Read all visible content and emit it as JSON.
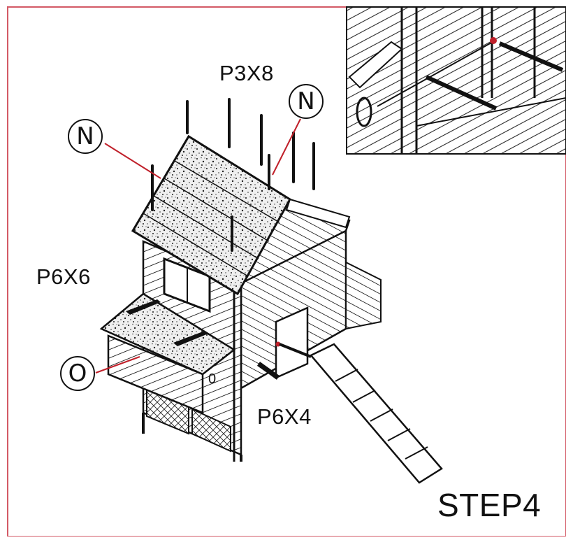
{
  "parts": {
    "roof_panel": "P3X8",
    "nesting_box_lid": "P6X6",
    "door": "P6X4"
  },
  "callouts": {
    "left_nail": "N",
    "right_nail": "N",
    "hinge": "O"
  },
  "hinge_small_label": "0",
  "step_title": "STEP4",
  "colors": {
    "leader_line": "#c0202a",
    "frame_border": "#d35a66",
    "ink": "#111111"
  }
}
